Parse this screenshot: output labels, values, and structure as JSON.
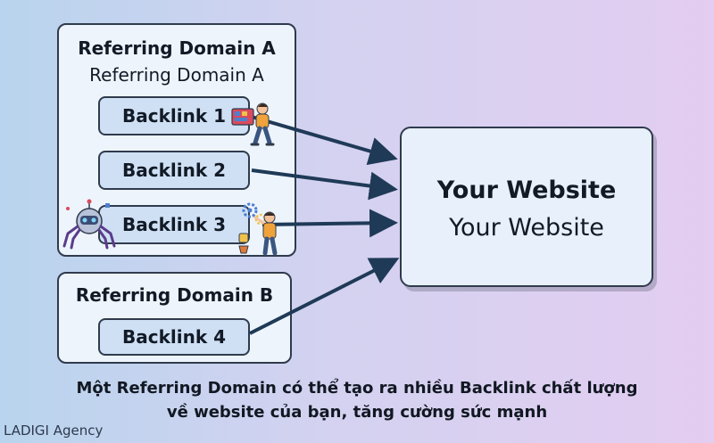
{
  "domain_a": {
    "title": "Referring Domain A",
    "subtitle": "Referring Domain A",
    "backlinks": [
      "Backlink 1",
      "Backlink 2",
      "Backlink 3"
    ]
  },
  "domain_b": {
    "title": "Referring Domain B",
    "backlinks": [
      "Backlink 4"
    ]
  },
  "website": {
    "title": "Your Website",
    "subtitle": "Your Website"
  },
  "caption": {
    "line1": "Một Referring Domain có thể tạo ra nhiều Backlink chất lượng",
    "line2": "về website của bạn, tăng cường sức mạnh"
  },
  "brand": "LADIGI Agency",
  "colors": {
    "arrow": "#1f3a57",
    "border": "#2f3b4c",
    "backlink_fill": "#cfe0f5"
  },
  "icons": [
    "person-carrying-box-icon",
    "robot-spider-icon",
    "person-with-gears-icon"
  ]
}
